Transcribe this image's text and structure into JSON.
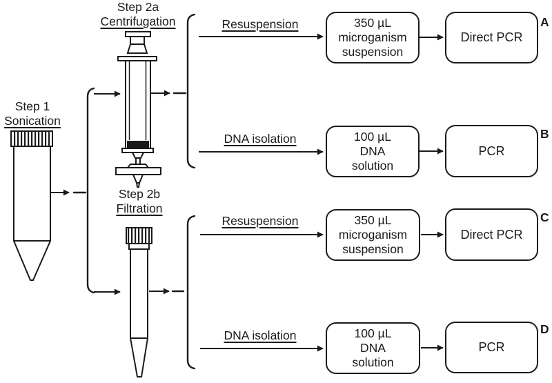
{
  "diagram": {
    "steps": {
      "step1": {
        "line1": "Step 1",
        "line2": "Sonication"
      },
      "step2a": {
        "line1": "Step 2a",
        "line2": "Centrifugation"
      },
      "step2b": {
        "line1": "Step 2b",
        "line2": "Filtration"
      }
    },
    "branches": [
      {
        "letter": "A",
        "process": "Resuspension",
        "sample": [
          "350 µL",
          "microganism",
          "suspension"
        ],
        "analysis": "Direct PCR"
      },
      {
        "letter": "B",
        "process": "DNA isolation",
        "sample": [
          "100 µL",
          "DNA",
          "solution"
        ],
        "analysis": "PCR"
      },
      {
        "letter": "C",
        "process": "Resuspension",
        "sample": [
          "350 µL",
          "microganism",
          "suspension"
        ],
        "analysis": "Direct PCR"
      },
      {
        "letter": "D",
        "process": "DNA isolation",
        "sample": [
          "100 µL",
          "DNA",
          "solution"
        ],
        "analysis": "PCR"
      }
    ],
    "icons": {
      "step1": "falcon-tube-icon",
      "step2a": "syringe-column-icon",
      "step2a_outlet": "syringe-filter-icon",
      "step2b": "microtube-icon"
    },
    "colors": {
      "stroke": "#1a1a1a",
      "background": "#ffffff"
    }
  }
}
